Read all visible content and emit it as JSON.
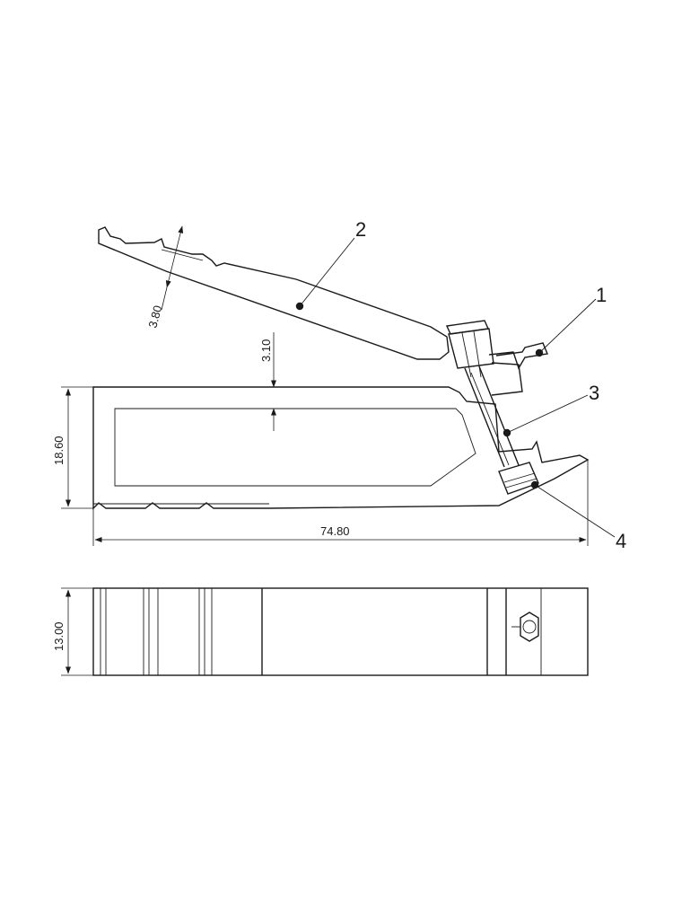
{
  "dimensions": {
    "lever_thickness": "3.80",
    "gap": "3.10",
    "body_height": "18.60",
    "body_length": "74.80",
    "body_width": "13.00"
  },
  "callouts": {
    "c1": "1",
    "c2": "2",
    "c3": "3",
    "c4": "4"
  }
}
